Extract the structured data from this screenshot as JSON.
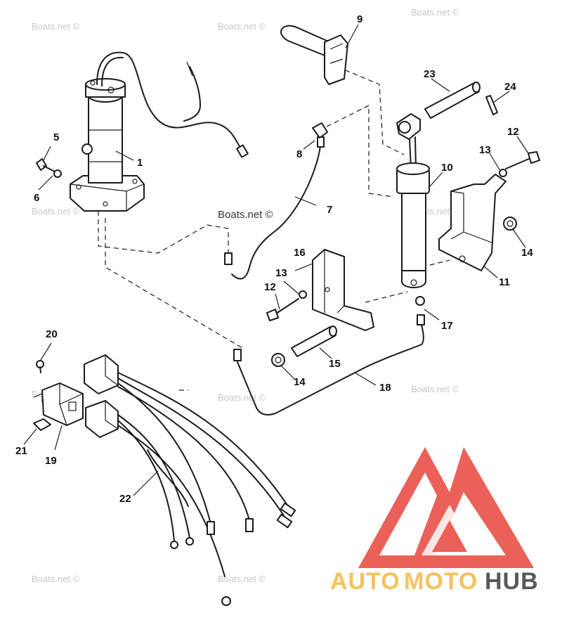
{
  "watermarks": {
    "text": "Boats.net ©",
    "prominent": "Boats.net ©"
  },
  "callouts": {
    "c1": "1",
    "c5": "5",
    "c6": "6",
    "c7": "7",
    "c8": "8",
    "c9": "9",
    "c10": "10",
    "c11": "11",
    "c12a": "12",
    "c12b": "12",
    "c13a": "13",
    "c13b": "13",
    "c14a": "14",
    "c14b": "14",
    "c15": "15",
    "c16": "16",
    "c17": "17",
    "c18": "18",
    "c19": "19",
    "c20": "20",
    "c21": "21",
    "c22": "22",
    "c23": "23",
    "c24": "24"
  },
  "logo": {
    "text_auto": "AUTO",
    "text_moto": "MOTO",
    "text_hub": "HUB",
    "color_red": "#e8453c",
    "color_orange": "#f5b841",
    "color_dark": "#3d3d3d"
  }
}
